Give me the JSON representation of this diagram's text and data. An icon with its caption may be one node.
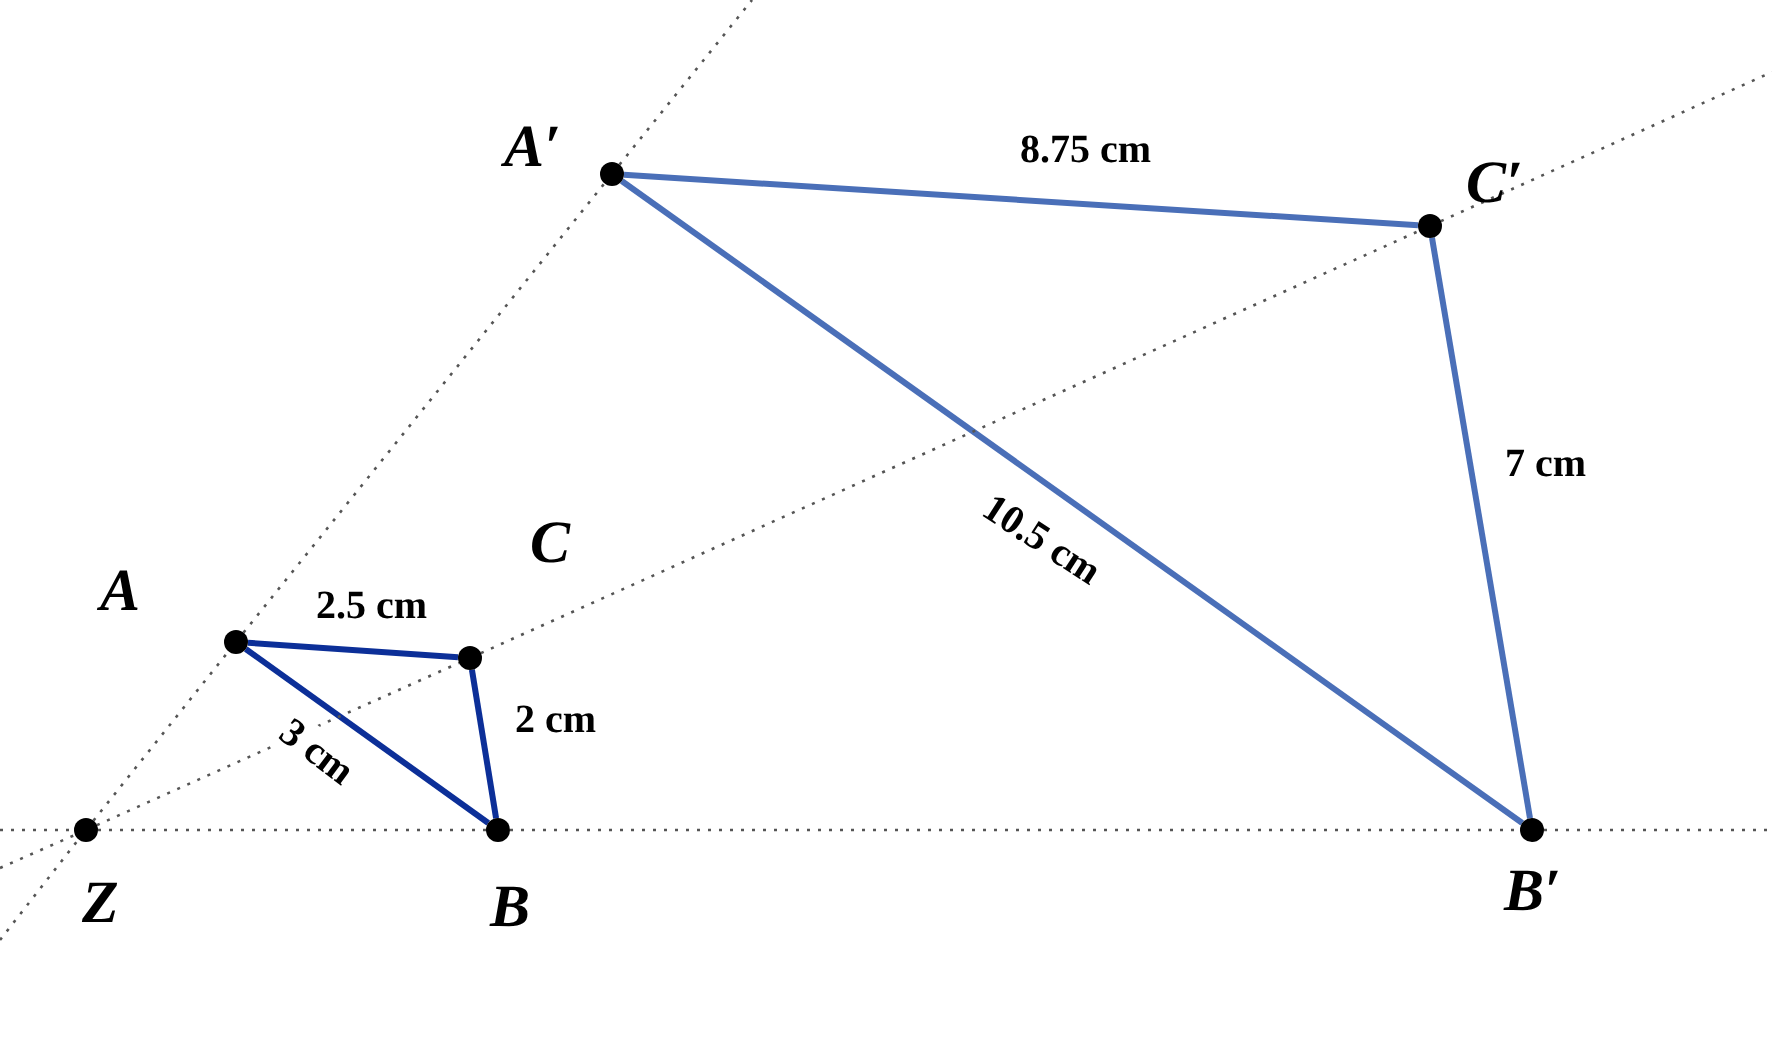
{
  "diagram": {
    "nodes": [
      {
        "text": [
          "A"
        ]
      },
      {
        "text": [
          "B"
        ]
      },
      {
        "text": [
          "C"
        ]
      },
      {
        "text": [
          "Z"
        ]
      },
      {
        "text": [
          "A′"
        ]
      },
      {
        "text": [
          "B′"
        ]
      },
      {
        "text": [
          "C′"
        ]
      }
    ],
    "edges": [
      {
        "from": 0,
        "to": 2,
        "arrow": "none",
        "label": "2.5 cm",
        "style": "thick",
        "color": "#0c2f98"
      },
      {
        "from": 2,
        "to": 1,
        "arrow": "none",
        "label": "2 cm",
        "style": "thick",
        "color": "#0c2f98"
      },
      {
        "from": 0,
        "to": 1,
        "arrow": "none",
        "label": "3 cm",
        "style": "thick",
        "color": "#0c2f98"
      },
      {
        "from": 4,
        "to": 6,
        "arrow": "none",
        "label": "8.75 cm",
        "style": "thick",
        "color": "#4a6fb8"
      },
      {
        "from": 6,
        "to": 5,
        "arrow": "none",
        "label": "7 cm",
        "style": "thick",
        "color": "#4a6fb8"
      },
      {
        "from": 4,
        "to": 5,
        "arrow": "none",
        "label": "10.5 cm",
        "style": "thick",
        "color": "#4a6fb8"
      },
      {
        "from": 3,
        "to": 0,
        "arrow": "none",
        "style": "dashed"
      },
      {
        "from": 0,
        "to": 4,
        "arrow": "none",
        "style": "dashed"
      },
      {
        "from": 3,
        "to": 2,
        "arrow": "none",
        "style": "dashed"
      },
      {
        "from": 2,
        "to": 6,
        "arrow": "none",
        "style": "dashed"
      },
      {
        "from": 3,
        "to": 1,
        "arrow": "none",
        "style": "dashed"
      },
      {
        "from": 1,
        "to": 5,
        "arrow": "none",
        "style": "dashed"
      }
    ]
  }
}
